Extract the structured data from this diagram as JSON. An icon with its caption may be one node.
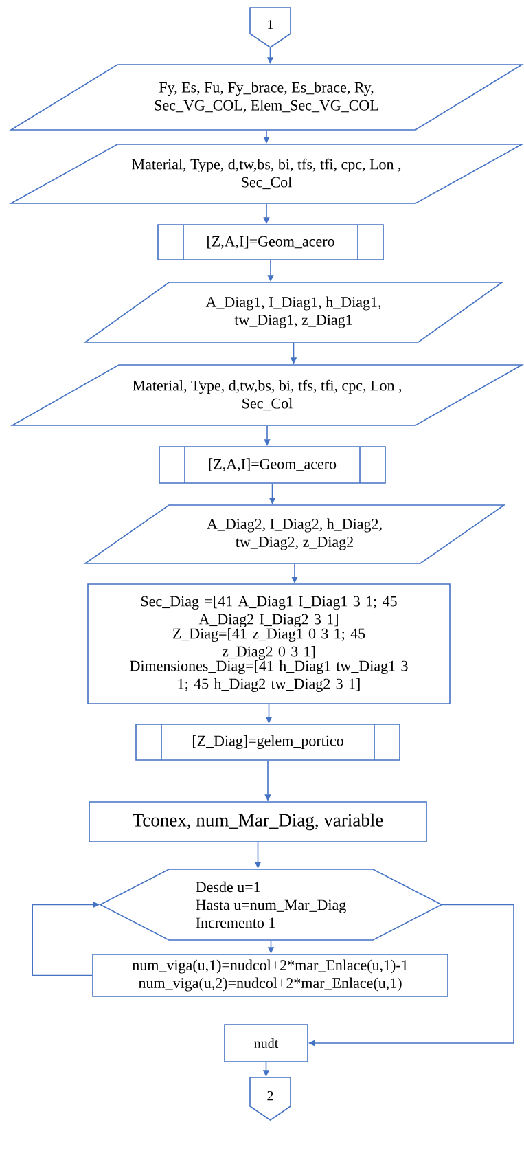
{
  "diagram": {
    "nodes": [
      {
        "text": [
          "1"
        ]
      },
      {
        "text": [
          "Fy, Es, Fu, Fy_brace, Es_brace, Ry, Sec_VG_COL, Elem_Sec_VG_COL"
        ]
      },
      {
        "text": [
          "Material, Type, d,tw,bs, bi, tfs, tfi, cpc, Lon , Sec_Col"
        ]
      },
      {
        "text": [
          "[Z,A,I]=Geom_acero"
        ]
      },
      {
        "text": [
          "A_Diag1, I_Diag1, h_Diag1, tw_Diag1, z_Diag1"
        ]
      },
      {
        "text": [
          "Material, Type, d,tw,bs, bi, tfs, tfi, cpc, Lon , Sec_Col"
        ]
      },
      {
        "text": [
          "[Z,A,I]=Geom_acero"
        ]
      },
      {
        "text": [
          "A_Diag2, I_Diag2, h_Diag2, tw_Diag2, z_Diag2"
        ]
      },
      {
        "text": [
          "Sec_Diag =[41 A_Diag1 I_Diag1 3 1; 45 A_Diag2 I_Diag2 3 1]",
          "Z_Diag=[41 z_Diag1 0 3 1; 45 z_Diag2 0 3 1]",
          "Dimensiones_Diag=[41 h_Diag1 tw_Diag1 3 1; 45 h_Diag2 tw_Diag2 3 1]"
        ]
      },
      {
        "text": [
          "[Z_Diag]=gelem_portico"
        ]
      },
      {
        "text": [
          "Tconex, num_Mar_Diag, variable"
        ]
      },
      {
        "text": [
          "Desde u=1",
          "Hasta u=num_Mar_Diag",
          "Incremento 1"
        ]
      },
      {
        "text": [
          "num_viga(u,1)=nudcol+2*mar_Enlace(u,1)-1 num_viga(u,2)=nudcol+2*mar_Enlace(u,1)"
        ]
      },
      {
        "text": [
          "nudt"
        ]
      },
      {
        "text": [
          "2"
        ]
      }
    ],
    "edges": [
      {
        "from": 0,
        "to": 1,
        "arrow": "to"
      },
      {
        "from": 1,
        "to": 2,
        "arrow": "to"
      },
      {
        "from": 2,
        "to": 3,
        "arrow": "to"
      },
      {
        "from": 3,
        "to": 4,
        "arrow": "to"
      },
      {
        "from": 4,
        "to": 5,
        "arrow": "to"
      },
      {
        "from": 5,
        "to": 6,
        "arrow": "to"
      },
      {
        "from": 6,
        "to": 7,
        "arrow": "to"
      },
      {
        "from": 7,
        "to": 8,
        "arrow": "to"
      },
      {
        "from": 8,
        "to": 9,
        "arrow": "to"
      },
      {
        "from": 9,
        "to": 10,
        "arrow": "to"
      },
      {
        "from": 10,
        "to": 11,
        "arrow": "to"
      },
      {
        "from": 11,
        "to": 12,
        "arrow": "to"
      },
      {
        "from": 12,
        "to": 11,
        "arrow": "to"
      },
      {
        "from": 11,
        "to": 13,
        "arrow": "to"
      },
      {
        "from": 13,
        "to": 14,
        "arrow": "to"
      }
    ]
  }
}
